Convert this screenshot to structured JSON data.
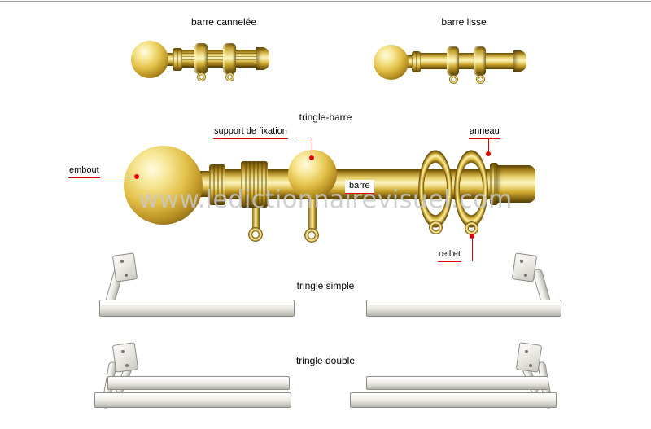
{
  "page": {
    "watermark": "www.ledictionnairevisuel.com"
  },
  "titles": {
    "barre_cannelee": "barre cannelée",
    "barre_lisse": "barre lisse",
    "tringle_barre": "tringle-barre",
    "tringle_simple": "tringle simple",
    "tringle_double": "tringle double"
  },
  "callouts": {
    "support_de_fixation": "support de fixation",
    "anneau": "anneau",
    "embout": "embout",
    "barre": "barre",
    "oeillet": "œillet"
  },
  "colors": {
    "callout_line": "#e30000",
    "gold_mid": "#d9b63a",
    "rail_gray": "#e7e6df"
  }
}
